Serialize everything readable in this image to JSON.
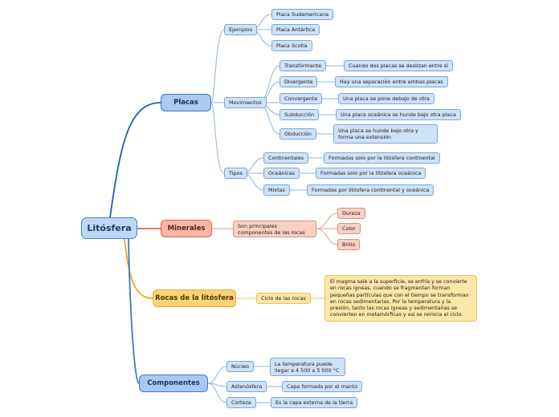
{
  "central": "Litósfera",
  "colors": {
    "blue": "#3a79c3",
    "red": "#d9634a",
    "yellow": "#e5a82a"
  },
  "placas": {
    "label": "Placas",
    "ejemplos": {
      "label": "Ejemplos",
      "items": [
        "Placa Sudamericana",
        "Placa Antártica",
        "Placa Scotia"
      ]
    },
    "movimientos": {
      "label": "Movimientos",
      "items": [
        {
          "label": "Transformante",
          "detail": "Cuando dos placas se deslizan entre sí"
        },
        {
          "label": "Divergente",
          "detail": "Hay una separación entre ambas placas"
        },
        {
          "label": "Convergente",
          "detail": "Una placa se pone debajo de otra"
        },
        {
          "label": "Subducción",
          "detail": "Una placa oceánica se hunde bajo otra placa"
        },
        {
          "label": "Obducción",
          "detail": "Una placa se hunde bajo otra y forma una extensión"
        }
      ]
    },
    "tipos": {
      "label": "Tipos",
      "items": [
        {
          "label": "Continentales",
          "detail": "Formadas solo por la litósfera continental"
        },
        {
          "label": "Oceánicas",
          "detail": "Formadas solo por la litósfera oceánica"
        },
        {
          "label": "Mixtas",
          "detail": "Formadas por litósfera continental y oceánica"
        }
      ]
    }
  },
  "minerales": {
    "label": "Minerales",
    "description": "Son principales componentes de las rocas",
    "items": [
      "Dureza",
      "Color",
      "Brillo"
    ]
  },
  "rocas": {
    "label": "Rocas de la litósfera",
    "ciclo": "Ciclo de las rocas",
    "detail": "El magma sale a la superficie, se enfría y se convierte en rocas ígneas, cuando se fragmentan forman pequeñas partículas que con el tiempo se transforman en rocas sedimentarias. Por la temperatura y la presión, tanto las rocas ígneas y sedimentarias se convierten en metamórficas y así se reinicia el ciclo."
  },
  "componentes": {
    "label": "Componentes",
    "items": [
      {
        "label": "Núcleo",
        "detail": "La temperatura puede llegar a 4 500 a 5 000 °C"
      },
      {
        "label": "Astenósfera",
        "detail": "Capa formada por el manto"
      },
      {
        "label": "Corteza",
        "detail": "Es la capa externa de la tierra"
      }
    ]
  }
}
